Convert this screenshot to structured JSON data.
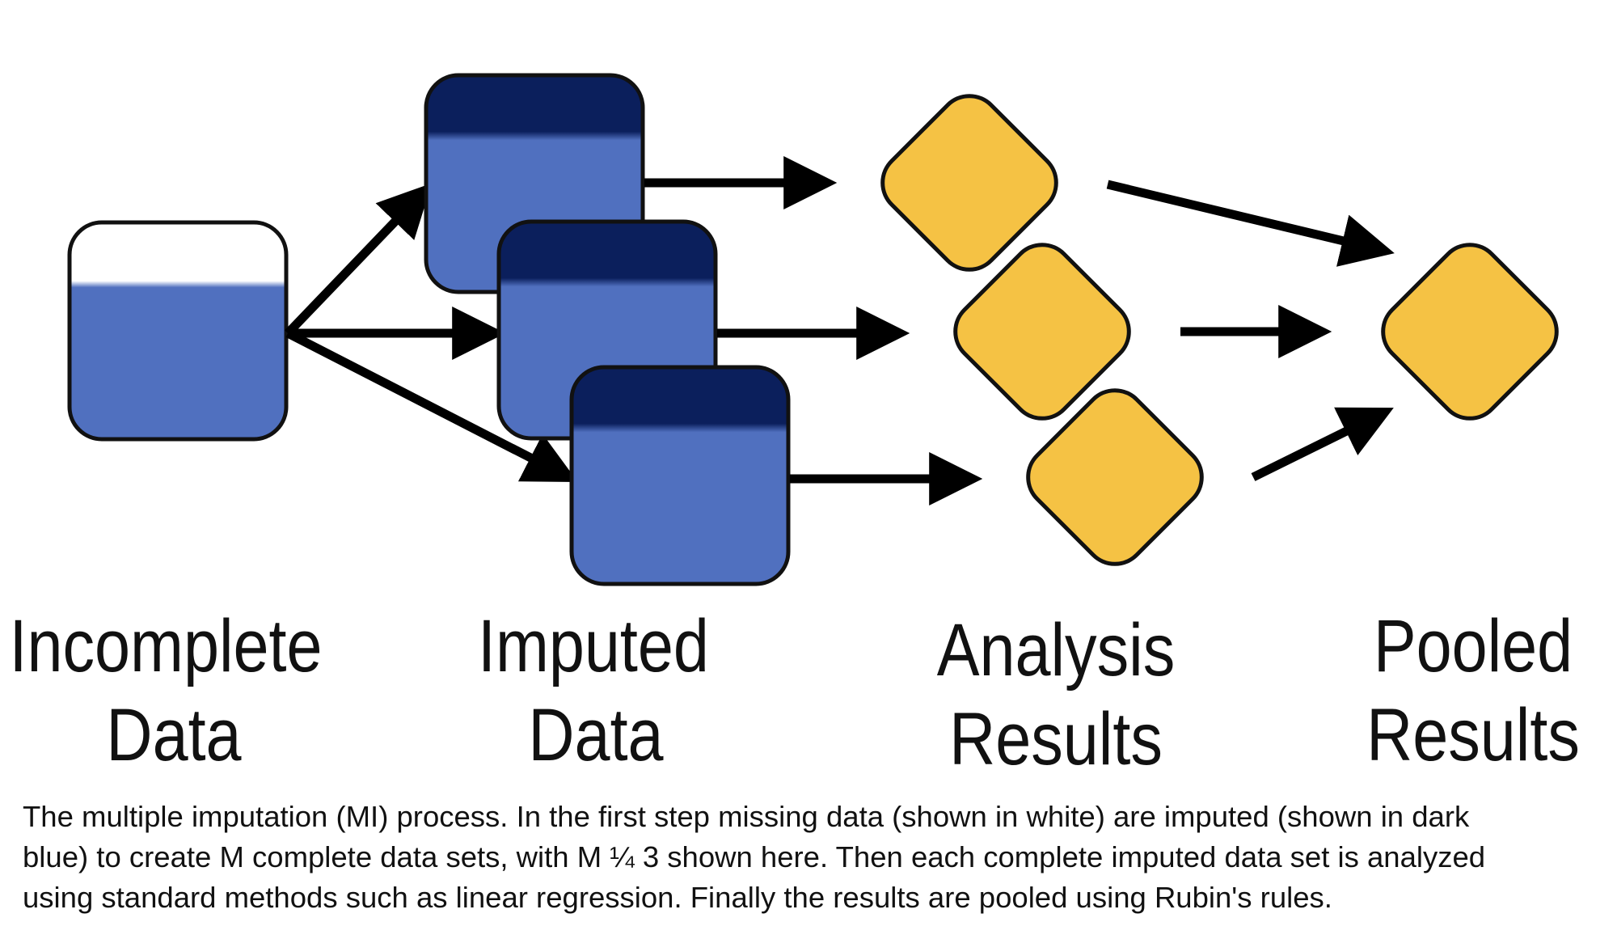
{
  "colors": {
    "missing": "#ffffff",
    "observed": "#5070bf",
    "imputed": "#0b1f5c",
    "result": "#f5c244",
    "outline": "#111111",
    "arrow": "#000000"
  },
  "stages": {
    "incomplete": {
      "line1": "Incomplete",
      "line2": "Data"
    },
    "imputed": {
      "line1": "Imputed",
      "line2": "Data"
    },
    "analysis": {
      "line1": "Analysis",
      "line2": "Results"
    },
    "pooled": {
      "line1": "Pooled",
      "line2": "Results"
    }
  },
  "caption": {
    "line1": "The multiple imputation (MI) process. In the first step missing data (shown in white) are imputed (shown in dark",
    "line2": "blue) to create M complete data sets, with M ¼ 3 shown here. Then each complete imputed data set is analyzed",
    "line3": "using standard methods such as linear regression. Finally the results are pooled using Rubin's rules."
  }
}
